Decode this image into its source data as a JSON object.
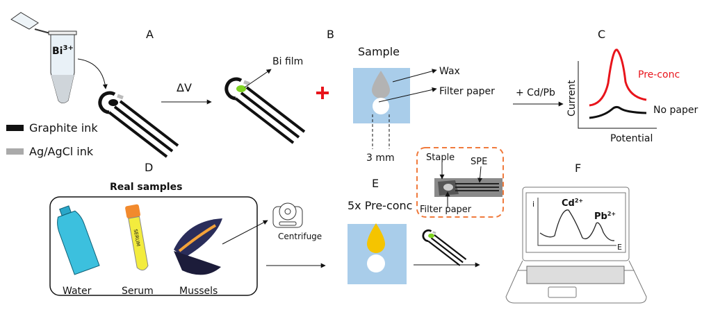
{
  "panels": {
    "a": "A",
    "b": "B",
    "c": "C",
    "d": "D",
    "e": "E",
    "f": "F"
  },
  "tube_label": "Bi",
  "tube_label_sup": "3+",
  "legend": {
    "graphite": "Graphite ink",
    "agcl": "Ag/AgCl ink"
  },
  "delta_v": "ΔV",
  "bi_film": "Bi film",
  "sample": "Sample",
  "wax": "Wax",
  "filter_paper": "Filter paper",
  "three_mm": "3 mm",
  "cd_pb": "+ Cd/Pb",
  "plot": {
    "ylabel": "Current",
    "xlabel": "Potential",
    "pre_conc": "Pre-conc",
    "no_paper": "No paper"
  },
  "real_samples": "Real samples",
  "samples": [
    "Water",
    "Serum",
    "Mussels"
  ],
  "serum_tube_text": "SERUM",
  "centrifuge": "Centrifuge",
  "five_x": "5x Pre-conc",
  "inset": {
    "staple": "Staple",
    "spe": "SPE",
    "filter_paper": "Filter paper"
  },
  "laptop_plot": {
    "i": "i",
    "e": "E",
    "cd": "Cd",
    "cd_sup": "2+",
    "pb": "Pb",
    "pb_sup": "2+"
  },
  "colors": {
    "paper_blue": "#a9cdea",
    "bi_green": "#7ed321",
    "red": "#e8141b",
    "orange_dash": "#f07a3c",
    "gold": "#f5c400"
  }
}
